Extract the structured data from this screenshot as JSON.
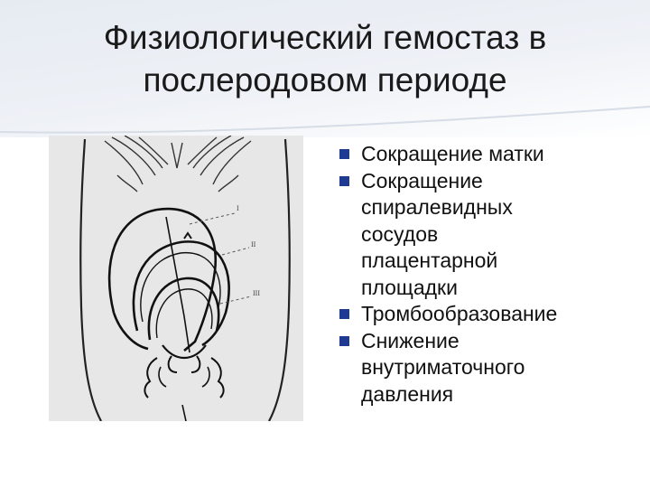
{
  "slide": {
    "title_lines": [
      "Физиологический гемостаз в",
      "послеродовом периоде"
    ],
    "bullets": [
      {
        "text": "Сокращение матки",
        "lines": [
          "Сокращение матки"
        ]
      },
      {
        "text": "Сокращение спиралевидных сосудов плацентарной площадки",
        "lines": [
          "Сокращение",
          "спиралевидных",
          "сосудов",
          "плацентарной",
          "площадки"
        ]
      },
      {
        "text": "Тромбообразование",
        "lines": [
          "Тромбообразование"
        ]
      },
      {
        "text": "Снижение внутриматочного давления",
        "lines": [
          "Снижение",
          "внутриматочного",
          "давления"
        ]
      }
    ],
    "figure": {
      "leader_labels": [
        "I",
        "II",
        "III"
      ]
    }
  },
  "colors": {
    "title_band": "#e6ebf2",
    "bullet_marker": "#1f3a93",
    "text": "#111111",
    "figure_bg": "#e7e7e7"
  }
}
